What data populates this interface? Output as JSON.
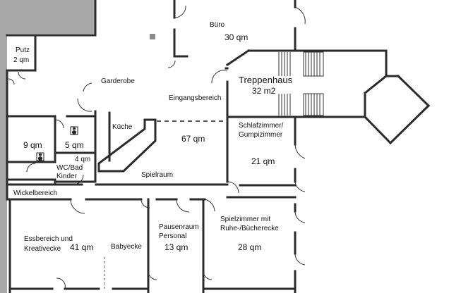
{
  "rooms": {
    "buero": {
      "name": "Büro",
      "area": "30 qm"
    },
    "putz": {
      "name": "Putz",
      "area": "2 qm"
    },
    "garderobe": {
      "name": "Garderobe"
    },
    "eingang": {
      "name": "Eingangsbereich"
    },
    "treppenhaus": {
      "name": "Treppenhaus",
      "area": "32 m2"
    },
    "kueche": {
      "name": "Küche"
    },
    "spielraum": {
      "name": "Spielraum",
      "area": "67 qm"
    },
    "schlafzimmer": {
      "name_line1": "Schlafzimmer/",
      "name_line2": "Gumpizimmer",
      "area": "21 qm"
    },
    "wc_a": {
      "area": "9 qm"
    },
    "wc_b": {
      "area": "5 qm"
    },
    "wc_kinder": {
      "area": "4 qm",
      "name_line1": "WC/Bad",
      "name_line2": "Kinder"
    },
    "wickel": {
      "name": "Wickelbereich"
    },
    "essbereich": {
      "name_line1": "Essbereich und",
      "name_line2": "Kreativecke",
      "area": "41 qm"
    },
    "babyecke": {
      "name": "Babyecke"
    },
    "pausenraum": {
      "name_line1": "Pausenraum",
      "name_line2": "Personal",
      "area": "13 qm"
    },
    "spielzimmer": {
      "name_line1": "Spielzimmer mit",
      "name_line2": "Ruhe-/Bücherecke",
      "area": "28 qm"
    }
  },
  "colors": {
    "neighbour_building": "#a9a9a9",
    "wall": "#2b2b2b",
    "pillar": "#8c8c8c"
  },
  "icons": {
    "toilet": "toilet-icon",
    "pillar": "pillar-icon"
  }
}
